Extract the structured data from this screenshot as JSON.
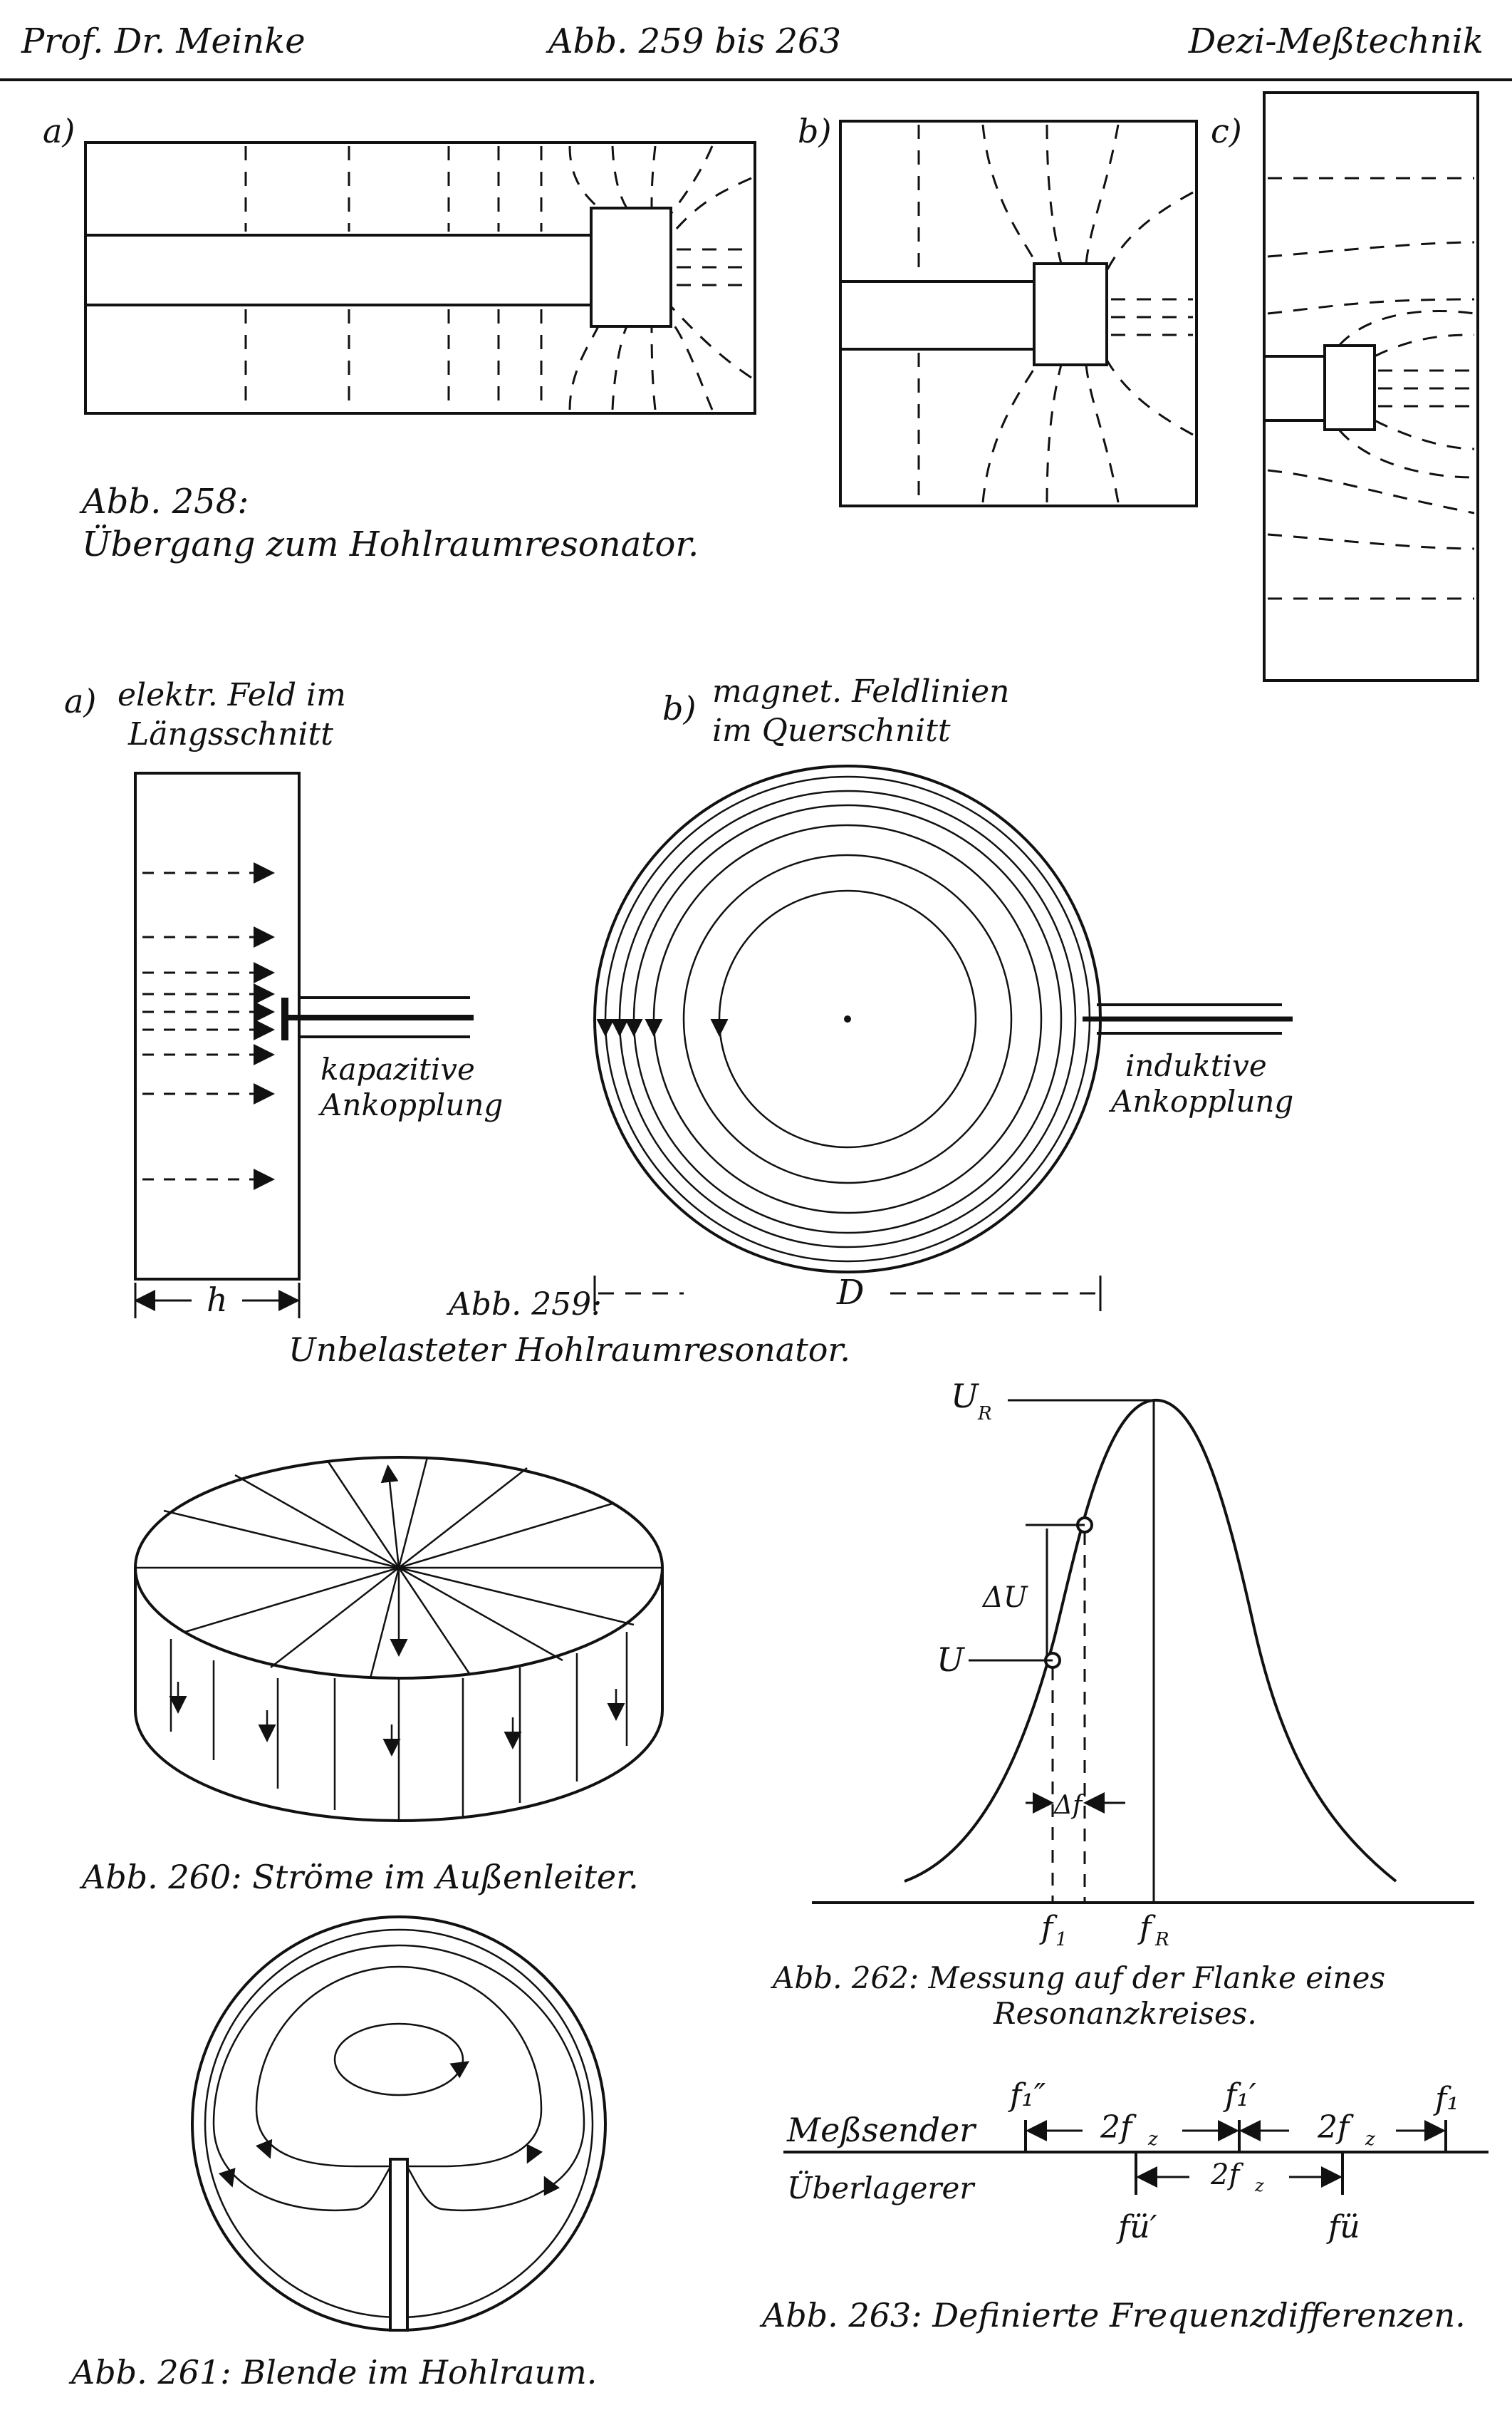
{
  "header": {
    "left": "Prof. Dr. Meinke",
    "center": "Abb. 259 bis 263",
    "right": "Dezi-Meßtechnik"
  },
  "fig258": {
    "caption_line1": "Abb. 258:",
    "caption_line2": "Übergang zum Hohlraumresonator.",
    "label_a": "a)",
    "label_b": "b)",
    "label_c": "c)"
  },
  "fig259": {
    "label_a": "a)",
    "label_a_text1": "elektr. Feld im",
    "label_a_text2": "Längsschnitt",
    "label_b": "b)",
    "label_b_text1": "magnet. Feldlinien",
    "label_b_text2": "im Querschnitt",
    "capacitive1": "kapazitive",
    "capacitive2": "Ankopplung",
    "inductive1": "induktive",
    "inductive2": "Ankopplung",
    "dim_h": "h",
    "dim_D": "D",
    "caption_line1": "Abb. 259:",
    "caption_line2": "Unbelasteter Hohlraumresonator."
  },
  "fig260": {
    "caption": "Abb. 260: Ströme im Außenleiter."
  },
  "fig261": {
    "caption": "Abb. 261: Blende im Hohlraum."
  },
  "fig262": {
    "UR": "U",
    "UR_sub": "R",
    "dU": "ΔU",
    "U": "U",
    "df": "Δf",
    "f1": "f",
    "f1_sub": "1",
    "fR": "f",
    "fR_sub": "R",
    "caption_line1": "Abb. 262: Messung auf der Flanke eines",
    "caption_line2": "Resonanzkreises."
  },
  "fig263": {
    "row1": "Meßsender",
    "row2": "Überlagerer",
    "f1pp": "f₁″",
    "f1p": "f₁′",
    "f1": "f₁",
    "two_fz": "2f",
    "fz_sub": "z",
    "fu_p": "fü′",
    "fu": "fü",
    "caption": "Abb. 263: Definierte Frequenzdifferenzen."
  }
}
